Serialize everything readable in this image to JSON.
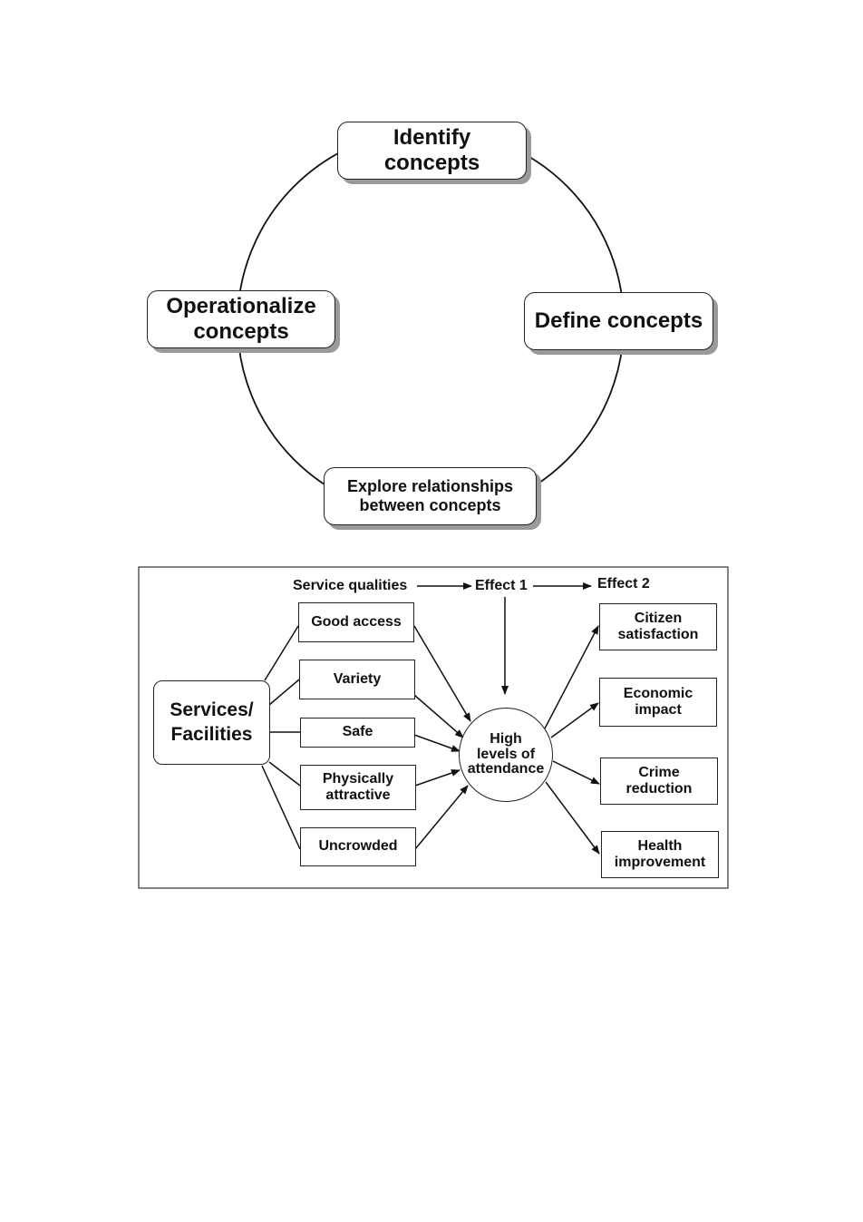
{
  "cycle": {
    "steps": [
      {
        "id": "identify",
        "label": "Identify\nconcepts"
      },
      {
        "id": "define",
        "label": "Define concepts"
      },
      {
        "id": "explore",
        "label": "Explore relationships\nbetween concepts"
      },
      {
        "id": "operationalize",
        "label": "Operationalize\nconcepts"
      }
    ]
  },
  "model": {
    "header": {
      "service_qualities": "Service qualities",
      "effect1": "Effect 1",
      "effect2": "Effect 2"
    },
    "source": "Services/\nFacilities",
    "qualities": [
      "Good access",
      "Variety",
      "Safe",
      "Physically\nattractive",
      "Uncrowded"
    ],
    "hub": "High\nlevels of\nattendance",
    "effects": [
      "Citizen\nsatisfaction",
      "Economic\nimpact",
      "Crime\nreduction",
      "Health\nimprovement"
    ]
  }
}
